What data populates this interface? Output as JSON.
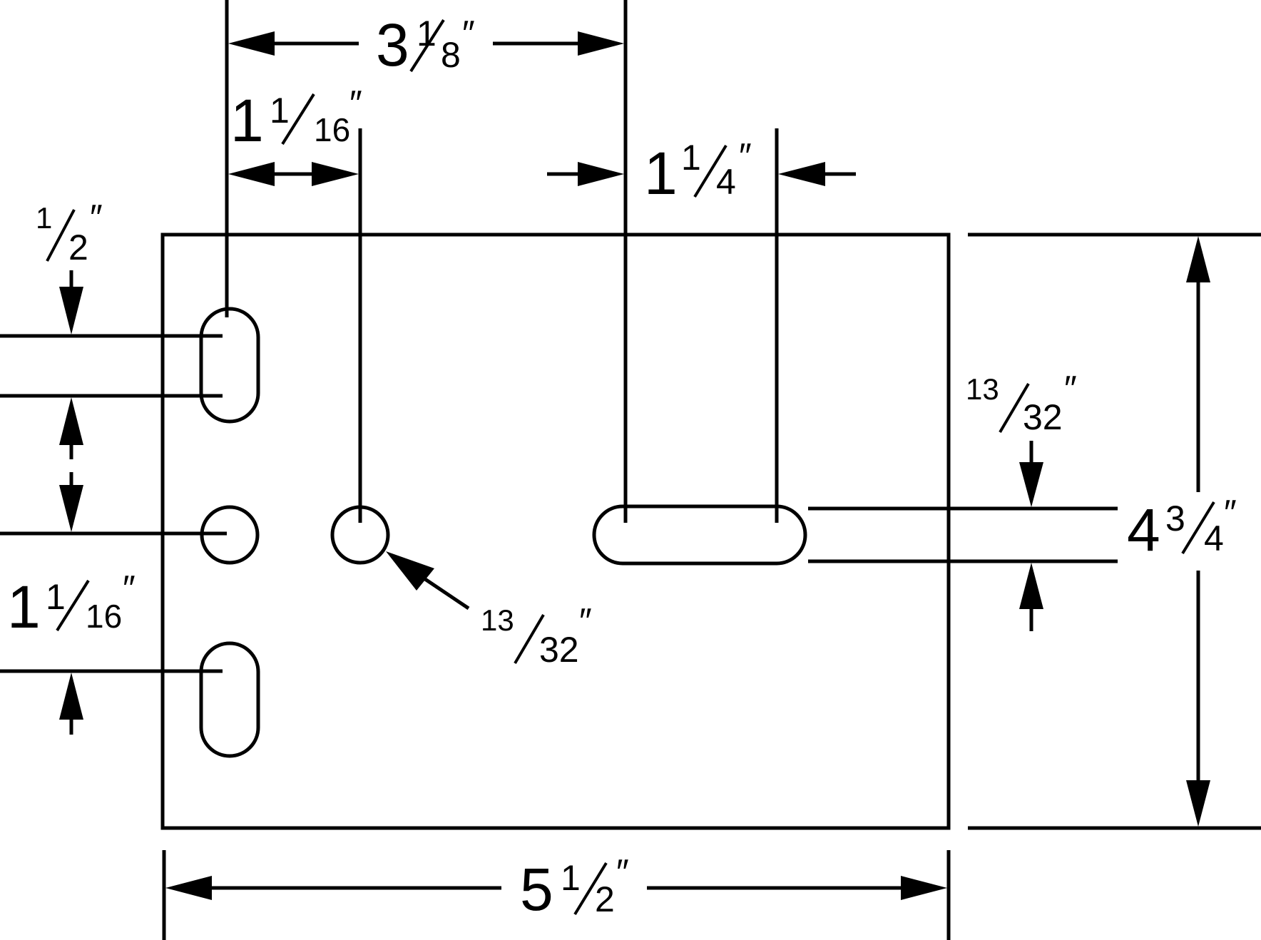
{
  "drawing": {
    "type": "dimensioned mounting-hole layout",
    "line_color": "#000000",
    "background_color": "#ffffff",
    "dimensions": {
      "overall_width": {
        "whole": "5",
        "num": "1",
        "den": "2",
        "mark": "″"
      },
      "overall_height": {
        "whole": "4",
        "num": "3",
        "den": "4",
        "mark": "″"
      },
      "top_span": {
        "whole": "3",
        "num": "1",
        "den": "8",
        "mark": "″"
      },
      "left_top_offset": {
        "whole": "1",
        "num": "1",
        "den": "16",
        "mark": "″"
      },
      "slot_length": {
        "whole": "1",
        "num": "1",
        "den": "4",
        "mark": "″"
      },
      "left_slot_height": {
        "whole": "",
        "num": "1",
        "den": "2",
        "mark": "″"
      },
      "left_spacing": {
        "whole": "1",
        "num": "1",
        "den": "16",
        "mark": "″"
      },
      "hole_diameter": {
        "whole": "",
        "num": "13",
        "den": "32",
        "mark": "″"
      },
      "slot_width": {
        "whole": "",
        "num": "13",
        "den": "32",
        "mark": "″"
      }
    }
  }
}
